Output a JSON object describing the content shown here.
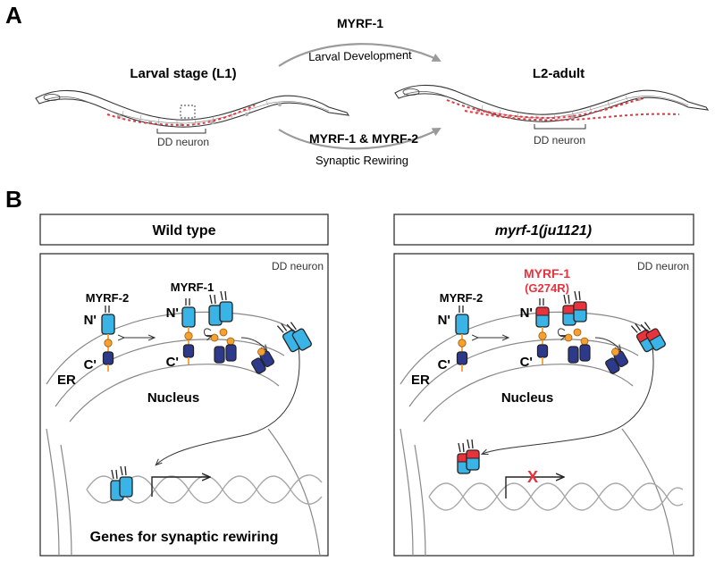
{
  "panel_a": {
    "letter": "A",
    "left_stage": "Larval stage (L1)",
    "right_stage": "L2-adult",
    "dd_neuron_left": "DD neuron",
    "dd_neuron_right": "DD neuron",
    "top_arrow": {
      "factor": "MYRF-1",
      "process": "Larval Development"
    },
    "bottom_arrow": {
      "factor": "MYRF-1 & MYRF-2",
      "process": "Synaptic Rewiring"
    }
  },
  "panel_b": {
    "letter": "B",
    "wild_type": {
      "title": "Wild type",
      "corner": "DD neuron",
      "myrf2": "MYRF-2",
      "myrf1": "MYRF-1",
      "n_term_2": "N'",
      "c_term_2": "C'",
      "n_term_1": "N'",
      "c_term_1": "C'",
      "er": "ER",
      "nucleus": "Nucleus",
      "genes": "Genes for synaptic rewiring"
    },
    "mutant": {
      "title": "myrf-1(ju1121)",
      "corner": "DD neuron",
      "myrf2": "MYRF-2",
      "myrf1": "MYRF-1",
      "mutation": "(G274R)",
      "n_term_2": "N'",
      "c_term_2": "C'",
      "n_term_1": "N'",
      "c_term_1": "C'",
      "er": "ER",
      "nucleus": "Nucleus",
      "blocked": "X"
    }
  },
  "colors": {
    "light_blue": "#3ab3e6",
    "dark_blue": "#2d3a8c",
    "orange": "#f5a030",
    "red": "#e8333c",
    "grey_arrow": "#9a9a9a",
    "dna": "#a8a8a8"
  }
}
